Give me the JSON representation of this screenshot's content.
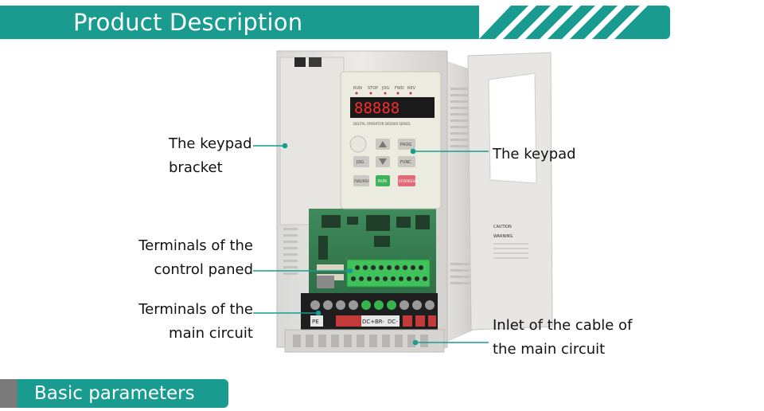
{
  "header": {
    "title": "Product Description",
    "color": "#1a9b8f"
  },
  "callouts": {
    "keypad_bracket": [
      "The keypad",
      "bracket"
    ],
    "keypad": "The keypad",
    "control_terminals": [
      "Terminals of the",
      "control paned"
    ],
    "main_terminals": [
      "Terminals of the",
      "main circuit"
    ],
    "cable_inlet": [
      "Inlet of the cable of",
      "the main circuit"
    ]
  },
  "keypad": {
    "indicators": [
      "RUN",
      "STOP",
      "JOG",
      "FWD",
      "REV"
    ],
    "display": "88888",
    "series_text": "DIGITAL OPERATOR DD3000 SERIES",
    "buttons": {
      "prog": "PROG",
      "jog": "JOG",
      "func": "FUNC",
      "fwd_rev": "FWD/REV",
      "run": "RUN",
      "stop": "STOP/RESET"
    }
  },
  "terminal_labels": [
    "PE",
    "DC+",
    "BR-",
    "DC-"
  ],
  "caution": [
    "CAUTION",
    "WARNING"
  ],
  "footer": {
    "title": "Basic parameters"
  }
}
